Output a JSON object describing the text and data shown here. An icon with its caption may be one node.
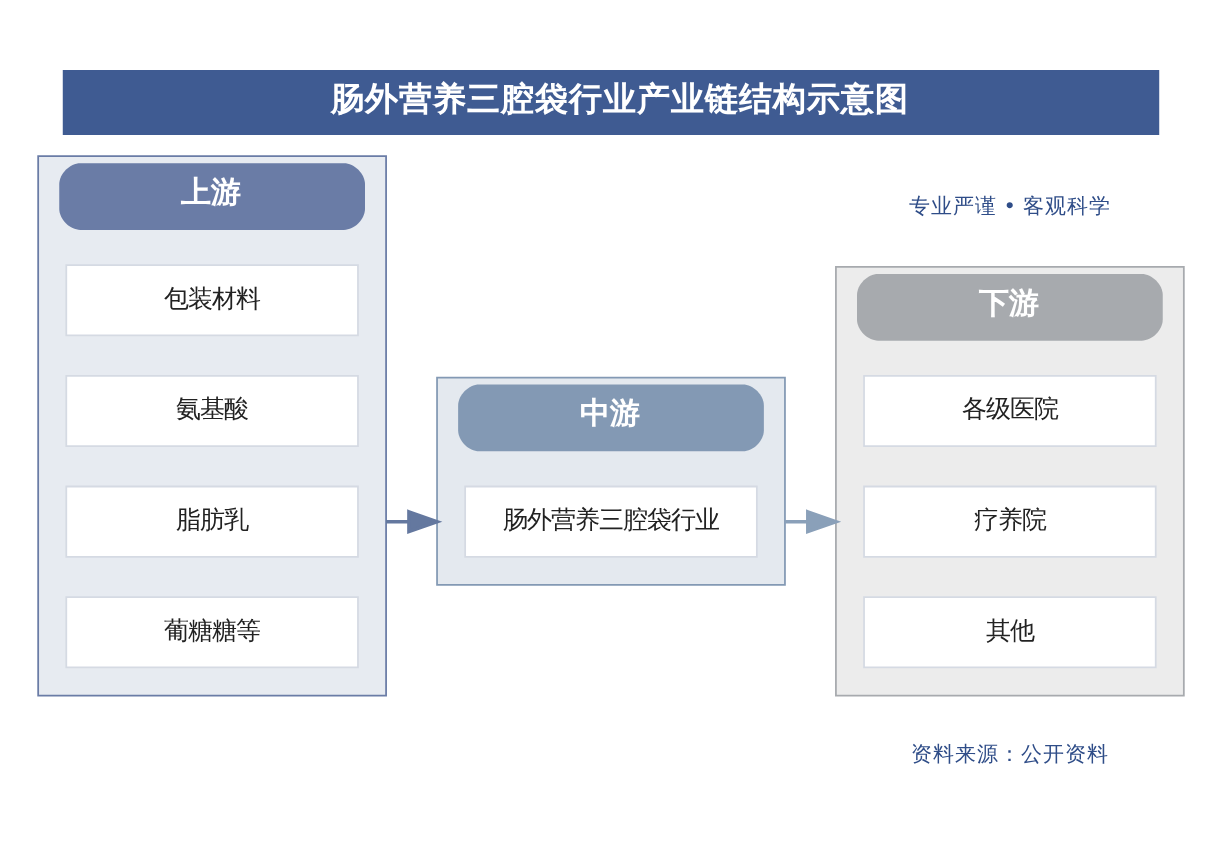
{
  "diagram": {
    "title": "肠外营养三腔袋行业产业链结构示意图",
    "nodes": [
      {
        "text": [
          "上游"
        ]
      },
      {
        "text": [
          "包装材料"
        ],
        "in": 0
      },
      {
        "text": [
          "氨基酸"
        ],
        "in": 0
      },
      {
        "text": [
          "脂肪乳"
        ],
        "in": 0
      },
      {
        "text": [
          "葡糖糖等"
        ],
        "in": 0
      },
      {
        "text": [
          "中游"
        ]
      },
      {
        "text": [
          "肠外营养三腔袋行业"
        ],
        "in": 5
      },
      {
        "text": [
          "下游"
        ]
      },
      {
        "text": [
          "各级医院"
        ],
        "in": 7
      },
      {
        "text": [
          "疗养院"
        ],
        "in": 7
      },
      {
        "text": [
          "其他"
        ],
        "in": 7
      }
    ],
    "edges": [
      {
        "from": 0,
        "to": 5,
        "arrow": "to",
        "color": "#64789f"
      },
      {
        "from": 5,
        "to": 7,
        "arrow": "to",
        "color": "#8aa0b9"
      }
    ],
    "labels": [
      "专业严谨 • 客观科学",
      "资料来源：公开资料"
    ]
  }
}
